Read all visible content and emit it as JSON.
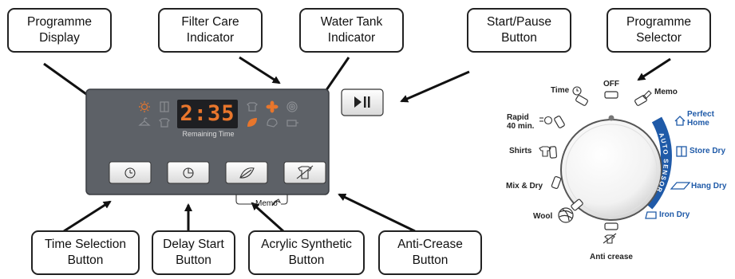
{
  "callouts": {
    "programme_display": "Programme\nDisplay",
    "filter_care": "Filter Care\nIndicator",
    "water_tank": "Water Tank\nIndicator",
    "start_pause": "Start/Pause\nButton",
    "programme_selector": "Programme\nSelector",
    "time_selection": "Time Selection\nButton",
    "delay_start": "Delay Start\nButton",
    "acrylic_synthetic": "Acrylic Synthetic\nButton",
    "anti_crease": "Anti-Crease\nButton"
  },
  "panel": {
    "time_readout": "2:35",
    "remaining_time_label": "Remaining Time",
    "memo_label": "Memo"
  },
  "dial": {
    "programmes": {
      "off": "OFF",
      "memo": "Memo",
      "time": "Time",
      "perfect_home_1": "Perfect",
      "perfect_home_2": "Home",
      "rapid_1": "Rapid",
      "rapid_2": "40 min.",
      "store_dry": "Store Dry",
      "shirts": "Shirts",
      "hang_dry": "Hang Dry",
      "mix_dry": "Mix & Dry",
      "iron_dry": "Iron Dry",
      "wool": "Wool",
      "anti_crease": "Anti crease"
    },
    "auto_sensor_label": "AUTO SENSOR"
  },
  "colors": {
    "panel": "#5d6167",
    "panel_edge": "#3a3d42",
    "led_orange": "#e8762c",
    "led_dim": "#8a8d92",
    "accent_blue": "#1f5aa8",
    "outline": "#222222"
  },
  "icons": [
    "timer-icon",
    "delay-clock-icon",
    "feather-icon",
    "anti-crease-shirt-icon",
    "play-pause-icon",
    "sun-icon",
    "door-icon",
    "fan-icon",
    "filter-icon",
    "water-tank-icon",
    "wool-ball-icon"
  ]
}
